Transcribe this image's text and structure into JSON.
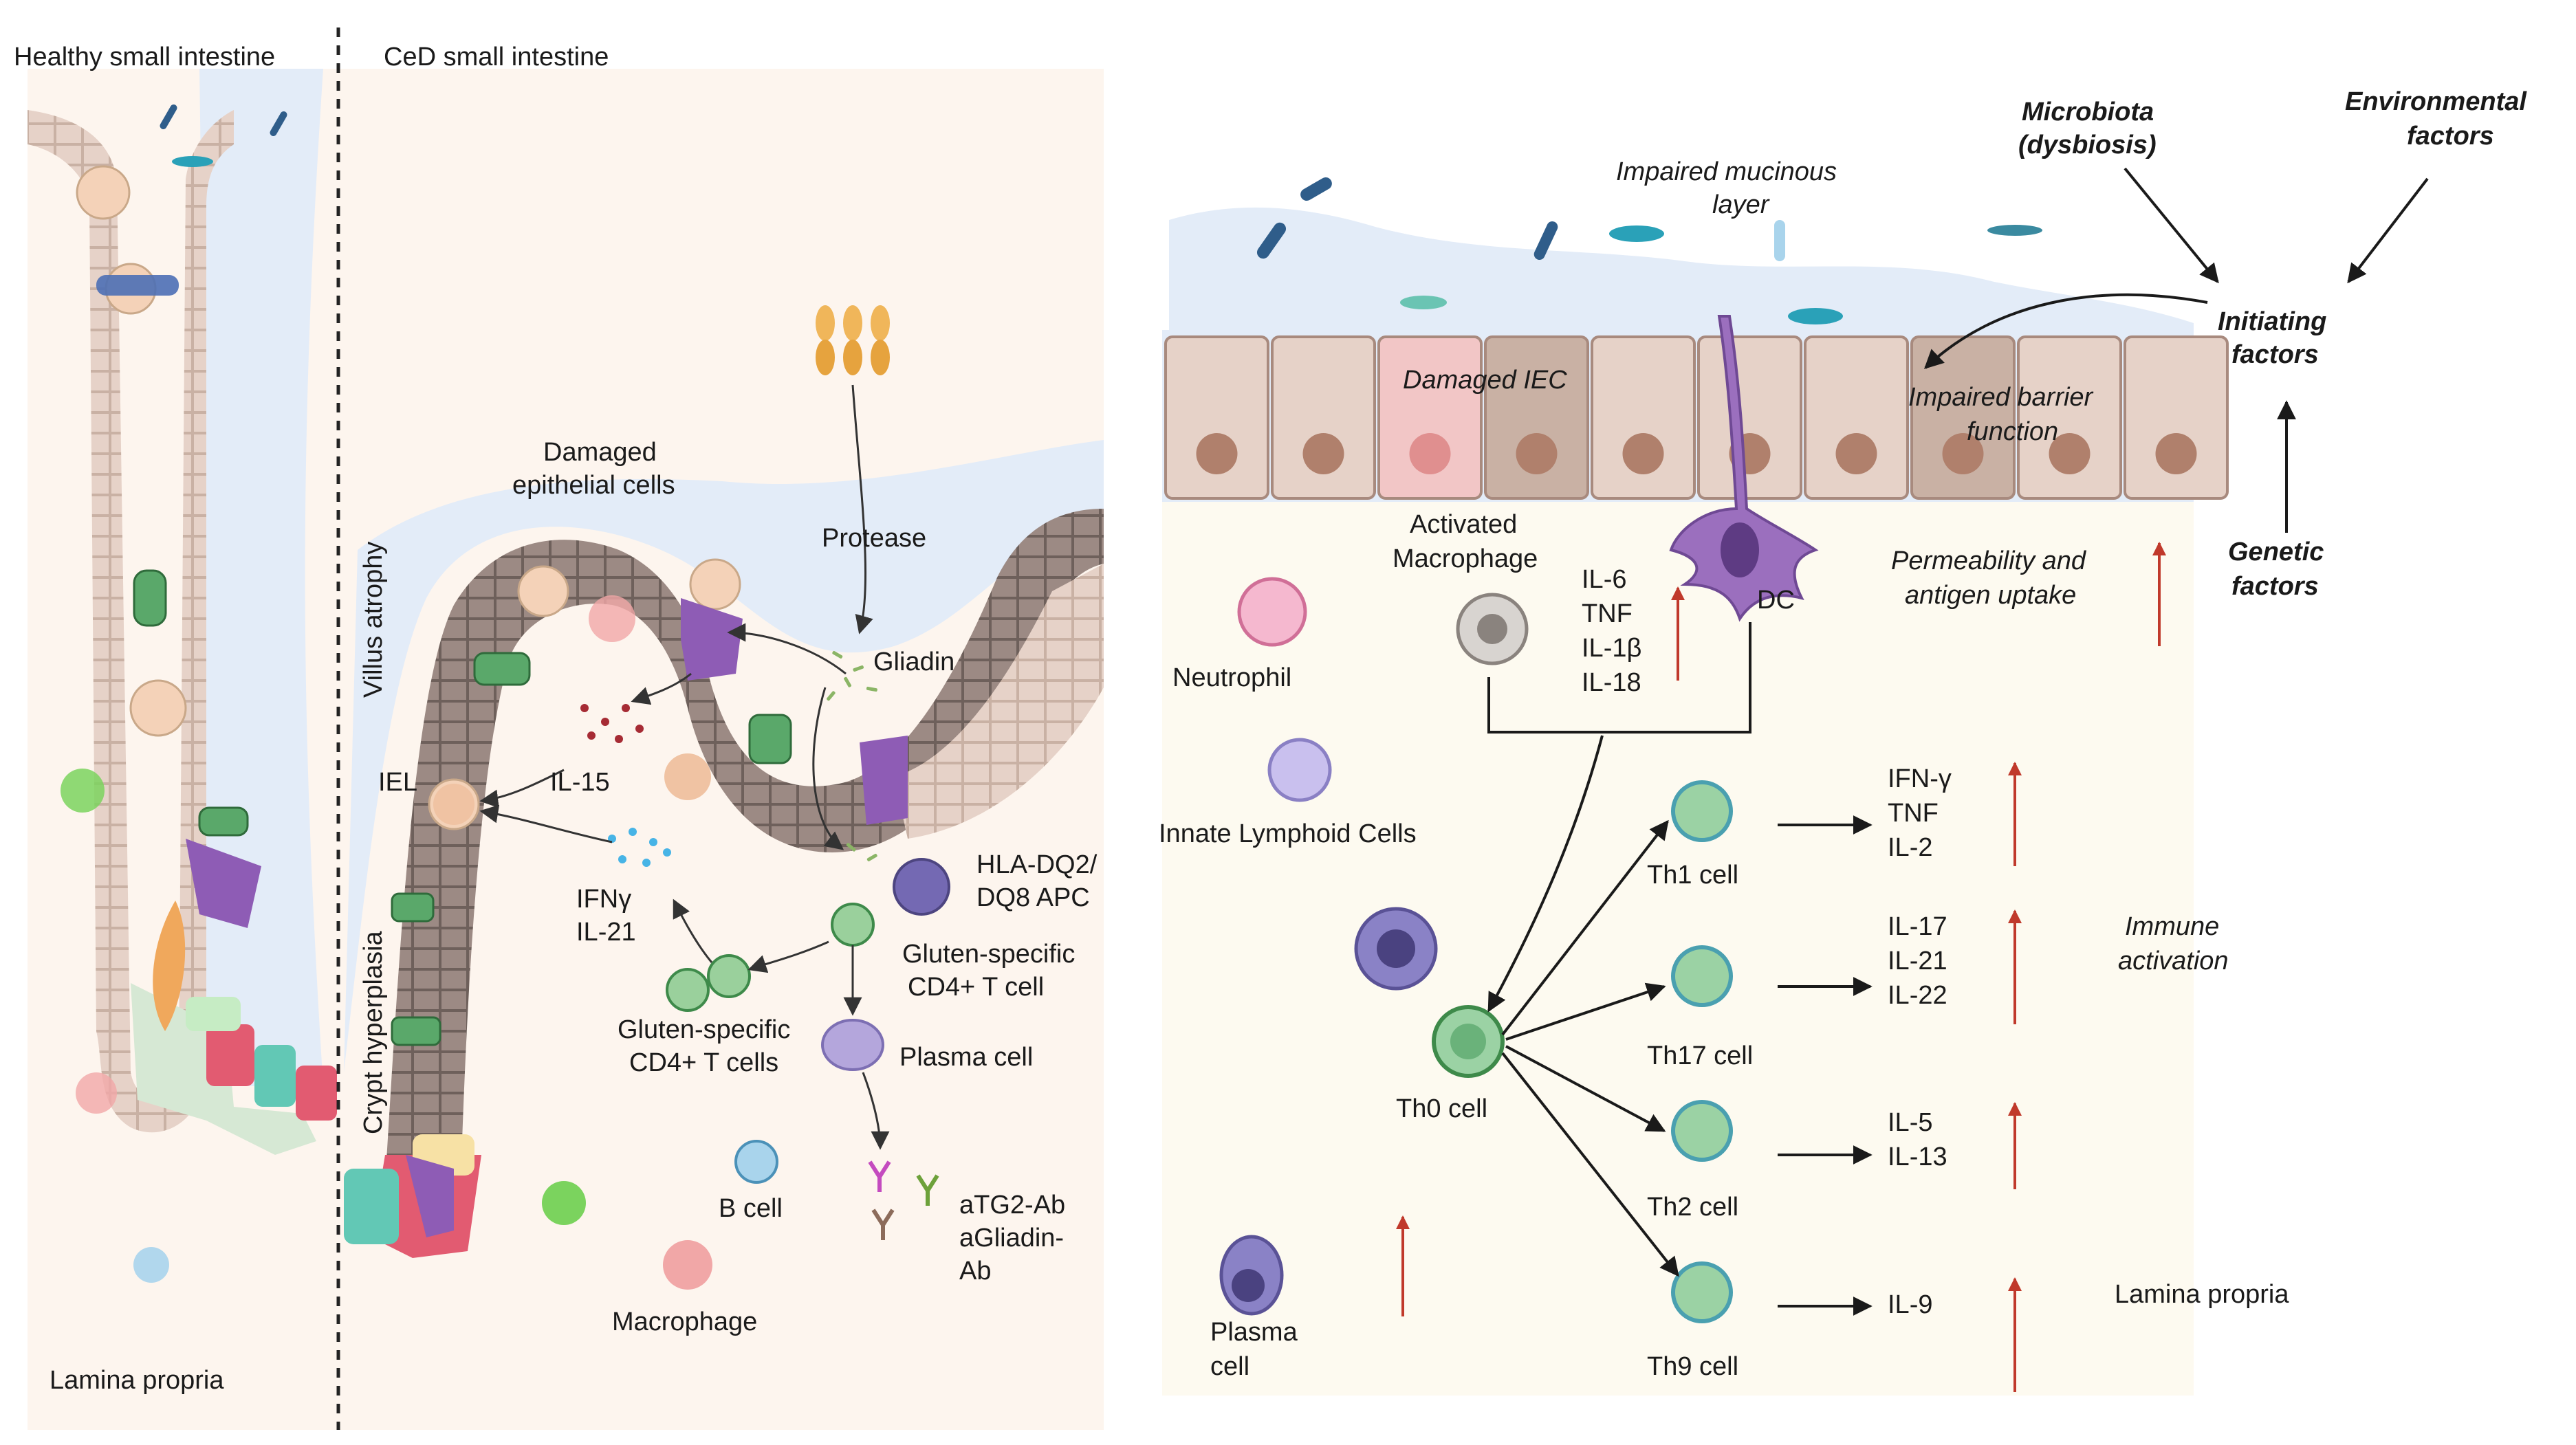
{
  "panels": {
    "healthy_title": "Healthy small intestine",
    "ced_title": "CeD small intestine",
    "lamina_left": "Lamina propria",
    "lamina_right": "Lamina propria"
  },
  "left": {
    "damaged_epithelial": [
      "Damaged",
      "epithelial cells"
    ],
    "villus_atrophy": "Villus atrophy",
    "crypt_hyperplasia": "Crypt hyperplasia",
    "protease": "Protease",
    "gliadin": "Gliadin",
    "il15": "IL-15",
    "iel": "IEL",
    "ifng_il21": [
      "IFNγ",
      "IL-21"
    ],
    "hla_apc": [
      "HLA-DQ2/",
      "DQ8 APC"
    ],
    "gluten_cd4_single": [
      "Gluten-specific",
      "CD4+ T cell"
    ],
    "gluten_cd4_plural": [
      "Gluten-specific",
      "CD4+ T cells"
    ],
    "plasma_cell": "Plasma cell",
    "b_cell": "B cell",
    "antibodies": [
      "aTG2-Ab",
      "aGliadin-",
      "Ab"
    ],
    "macrophage": "Macrophage"
  },
  "right": {
    "impaired_mucinous": [
      "Impaired mucinous",
      "layer"
    ],
    "damaged_iec": "Damaged IEC",
    "impaired_barrier": [
      "Impaired barrier",
      "function"
    ],
    "microbiota": [
      "Microbiota",
      "(dysbiosis)"
    ],
    "environmental": [
      "Environmental",
      "factors"
    ],
    "initiating": [
      "Initiating",
      "factors"
    ],
    "genetic": [
      "Genetic",
      "factors"
    ],
    "permeability": [
      "Permeability and",
      "antigen uptake"
    ],
    "activated_macrophage": [
      "Activated",
      "Macrophage"
    ],
    "cytokines_innate": [
      "IL-6",
      "TNF",
      "IL-1β",
      "IL-18"
    ],
    "dc": "DC",
    "neutrophil": "Neutrophil",
    "ilc": "Innate Lymphoid Cells",
    "th0": "Th0 cell",
    "th1": "Th1 cell",
    "th17": "Th17 cell",
    "th2": "Th2 cell",
    "th9": "Th9 cell",
    "th1_cyt": [
      "IFN-γ",
      "TNF",
      "IL-2"
    ],
    "th17_cyt": [
      "IL-17",
      "IL-21",
      "IL-22"
    ],
    "th2_cyt": [
      "IL-5",
      "IL-13"
    ],
    "th9_cyt": [
      "IL-9"
    ],
    "immune_activation": [
      "Immune",
      "activation"
    ],
    "plasma_cell": [
      "Plasma",
      "cell"
    ]
  },
  "colors": {
    "mucus": "#e3ecf8",
    "lamina": "#fdf5ee",
    "right_lamina": "#fdfaf0",
    "epithelium": "#e6d2c8",
    "up_arrow": "#c0392b"
  }
}
